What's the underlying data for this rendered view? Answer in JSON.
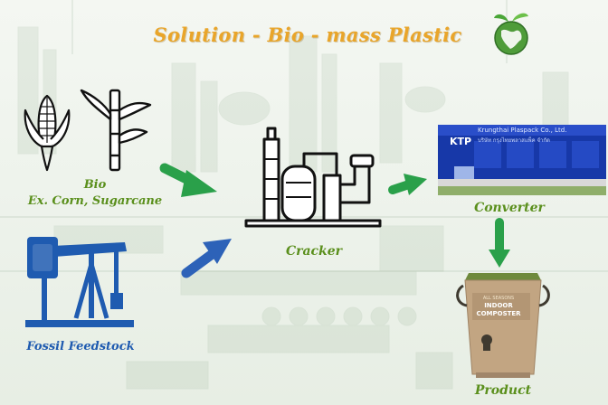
{
  "title": "Solution - Bio - mass  Plastic",
  "nodes": {
    "bio": {
      "label": "Bio",
      "sublabel": "Ex. Corn, Sugarcane"
    },
    "fossil": {
      "label": "Fossil Feedstock"
    },
    "cracker": {
      "label": "Cracker"
    },
    "converter": {
      "label": "Converter",
      "brand": "KTP",
      "company": "Krungthai Plaspack Co., Ltd.",
      "company_thai": "บริษัท กรุงไทยพลาสแพ็ค จำกัด"
    },
    "product": {
      "label": "Product",
      "bin_line1": "ALL SEASONS",
      "bin_line2": "INDOOR",
      "bin_line3": "COMPOSTER"
    }
  },
  "edges": [
    {
      "from": "bio",
      "to": "cracker",
      "color": "#2aa04a"
    },
    {
      "from": "fossil",
      "to": "cracker",
      "color": "#2d62b8"
    },
    {
      "from": "cracker",
      "to": "converter",
      "color": "#2aa04a"
    },
    {
      "from": "converter",
      "to": "product",
      "color": "#2aa04a"
    }
  ],
  "icons": {
    "bio": [
      "corn-icon",
      "sugarcane-icon"
    ],
    "fossil": "oil-pumpjack-icon",
    "cracker": "refinery-icon",
    "converter": "factory-building-photo",
    "product": "compost-bin-photo",
    "badge": "eco-globe-icon"
  },
  "colors": {
    "title": "#e9a52a",
    "label_green": "#5a8f1c",
    "label_blue": "#1f5bb0",
    "arrow_green": "#2aa04a",
    "arrow_blue": "#2d62b8"
  }
}
